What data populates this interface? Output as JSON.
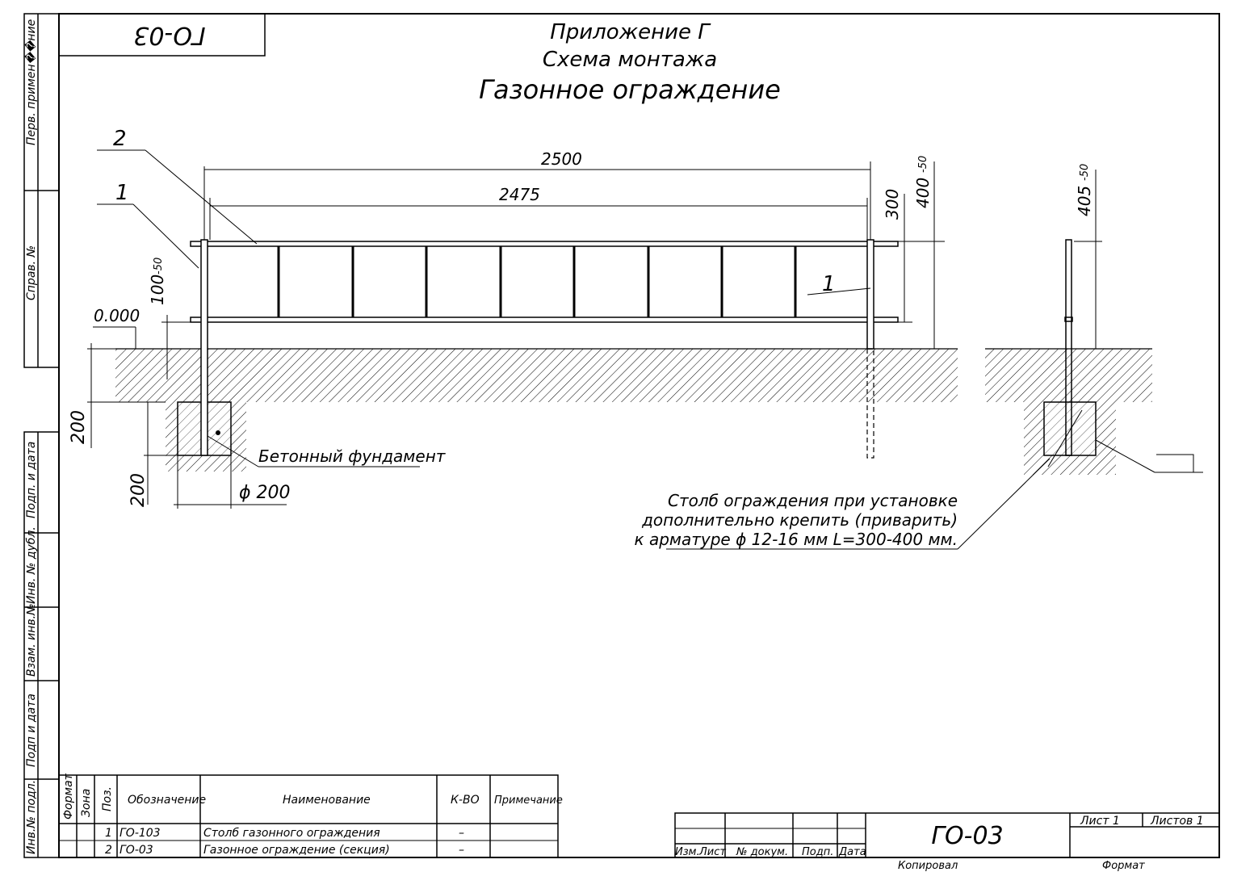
{
  "stamp": "ГО-03",
  "title": {
    "line1": "Приложение Г",
    "line2": "Схема монтажа",
    "line3": "Газонное ограждение"
  },
  "side_labels": [
    "Перв. примен��ние",
    "Справ. №",
    "Подп. и дата",
    "Инв. № дубл.",
    "Взам. инв.№",
    "Подп и дата",
    "Инв.№ подл."
  ],
  "drawing": {
    "dim_2500": "2500",
    "dim_2475": "2475",
    "dim_300": "300",
    "dim_400": "400",
    "dim_400_tol": "-50",
    "dim_405": "405",
    "dim_405_tol": "-50",
    "dim_100": "100",
    "dim_100_tol": "-50",
    "level": "0.000",
    "dim_200_a": "200",
    "dim_200_b": "200",
    "diameter": "ϕ 200",
    "callout_1_left": "1",
    "callout_2": "2",
    "callout_1_right": "1",
    "foundation_label": "Бетонный фундамент",
    "note": [
      "Столб ограждения при установке",
      "дополнительно крепить (приварить)",
      "к арматуре ϕ 12-16 мм L=300-400 мм."
    ]
  },
  "spec_table": {
    "headers": [
      "Формат",
      "Зона",
      "Поз.",
      "Обозначение",
      "Наименование",
      "К-ВО",
      "Примечание"
    ],
    "rows": [
      {
        "pos": "1",
        "designation": "ГО-103",
        "name": "Столб газонного ограждения",
        "qty": "–",
        "note": ""
      },
      {
        "pos": "2",
        "designation": "ГО-03",
        "name": "Газонное ограждение (секция)",
        "qty": "–",
        "note": ""
      }
    ]
  },
  "title_block": {
    "izm": "Изм.",
    "list": "Лист",
    "doc": "№ докум.",
    "sign": "Подп.",
    "date": "Дата",
    "designation": "ГО-03",
    "sheet": "Лист 1",
    "sheets": "Листов 1",
    "copied": "Копировал",
    "format": "Формат"
  }
}
